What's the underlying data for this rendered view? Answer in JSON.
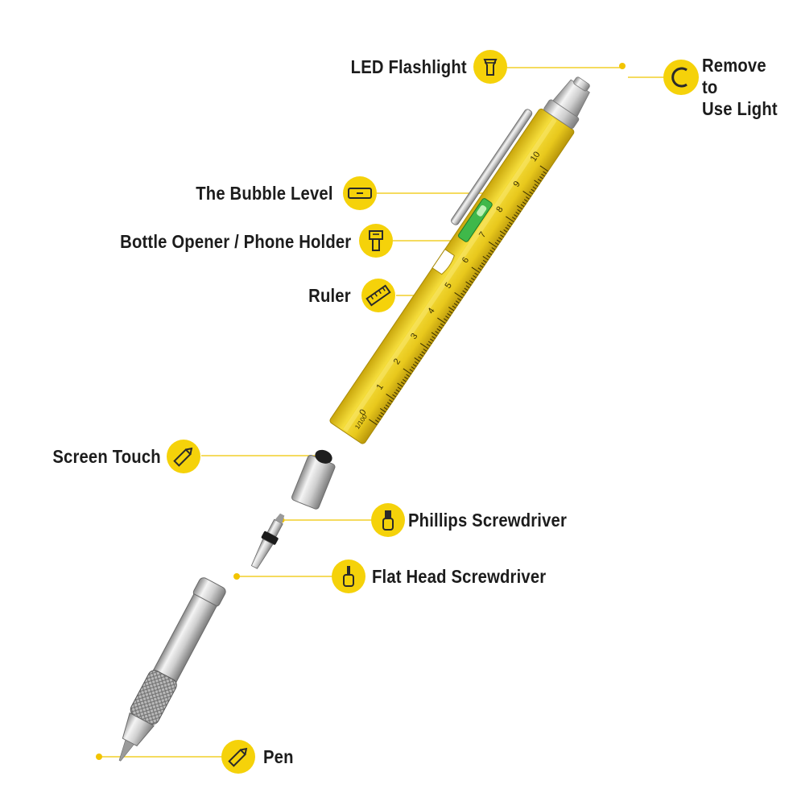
{
  "colors": {
    "badge": "#f5d20a",
    "badge_icon": "#2a2a2a",
    "leader": "#f2cf2a",
    "pen_body": "#f0d62e",
    "pen_body_dark": "#caa810",
    "metal": "#c9c9c9",
    "text": "#1c1c1c"
  },
  "callouts": [
    {
      "key": "led",
      "label": "LED Flashlight",
      "icon": "flashlight-icon"
    },
    {
      "key": "remove",
      "label": "Remove to\nUse Light",
      "icon": "cap-c-icon"
    },
    {
      "key": "bubble",
      "label": "The Bubble Level",
      "icon": "bubble-level-icon"
    },
    {
      "key": "bottle",
      "label": "Bottle Opener / Phone Holder",
      "icon": "bottle-opener-icon"
    },
    {
      "key": "ruler",
      "label": "Ruler",
      "icon": "ruler-icon"
    },
    {
      "key": "touch",
      "label": "Screen Touch",
      "icon": "pencil-icon"
    },
    {
      "key": "phillips",
      "label": "Phillips Screwdriver",
      "icon": "screwdriver-icon"
    },
    {
      "key": "flat",
      "label": "Flat Head Screwdriver",
      "icon": "screwdriver-icon"
    },
    {
      "key": "pen",
      "label": "Pen",
      "icon": "pencil-icon"
    }
  ],
  "ruler": {
    "cm_marks": [
      "0",
      "1",
      "2",
      "3",
      "4",
      "5",
      "6",
      "7",
      "8",
      "9",
      "10"
    ],
    "unit_label": "1/100"
  }
}
